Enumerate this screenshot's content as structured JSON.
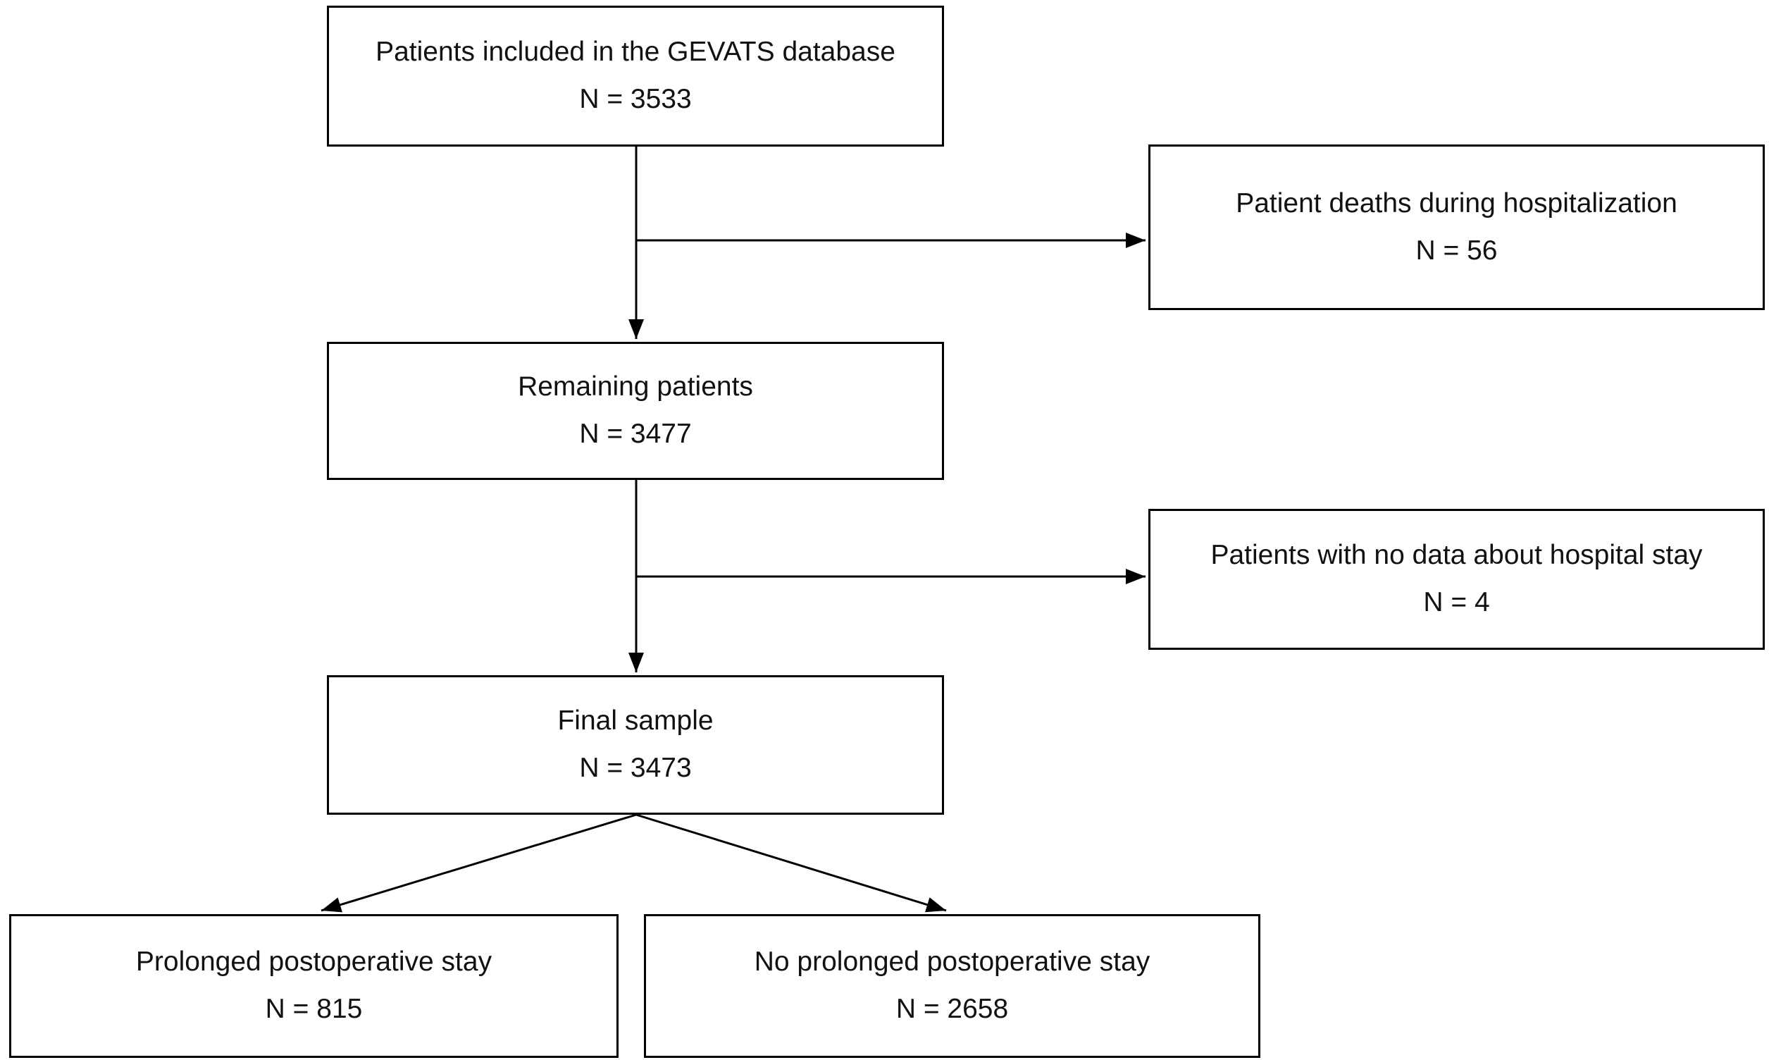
{
  "diagram": {
    "type": "flowchart",
    "colors": {
      "background": "#ffffff",
      "box_border": "#000000",
      "arrow": "#000000",
      "text": "#111111"
    },
    "boxes": {
      "gevats": {
        "label": "Patients included in the GEVATS database",
        "n": "N = 3533"
      },
      "deaths": {
        "label": "Patient deaths during hospitalization",
        "n": "N = 56"
      },
      "remaining": {
        "label": "Remaining patients",
        "n": "N = 3477"
      },
      "no_data": {
        "label": "Patients with no data about hospital stay",
        "n": "N = 4"
      },
      "final": {
        "label": "Final sample",
        "n": "N = 3473"
      },
      "prolonged": {
        "label": "Prolonged postoperative stay",
        "n": "N = 815"
      },
      "not_prolonged": {
        "label": "No prolonged postoperative stay",
        "n": "N = 2658"
      }
    },
    "edges": [
      {
        "from": "gevats",
        "to": "remaining"
      },
      {
        "from": "gevats",
        "to": "deaths"
      },
      {
        "from": "remaining",
        "to": "final"
      },
      {
        "from": "remaining",
        "to": "no_data"
      },
      {
        "from": "final",
        "to": "prolonged"
      },
      {
        "from": "final",
        "to": "not_prolonged"
      }
    ]
  }
}
